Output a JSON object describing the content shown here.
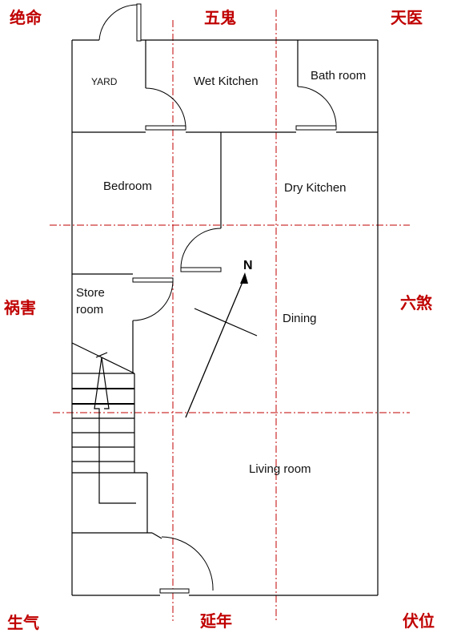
{
  "colors": {
    "sector_label": "#c00000",
    "grid_line": "#c00000",
    "wall": "#000000"
  },
  "sectors": {
    "top_left": "绝命",
    "top_center": "五鬼",
    "top_right": "天医",
    "middle_left": "祸害",
    "middle_right": "六煞",
    "bottom_left": "生气",
    "bottom_center": "延年",
    "bottom_right": "伏位"
  },
  "rooms": {
    "yard": "YARD",
    "wet_kitchen": "Wet Kitchen",
    "bath_room": "Bath room",
    "bedroom": "Bedroom",
    "dry_kitchen": "Dry Kitchen",
    "store_room_line1": "Store",
    "store_room_line2": "room",
    "dining": "Dining",
    "living_room": "Living room"
  },
  "compass": {
    "north_label": "N"
  }
}
